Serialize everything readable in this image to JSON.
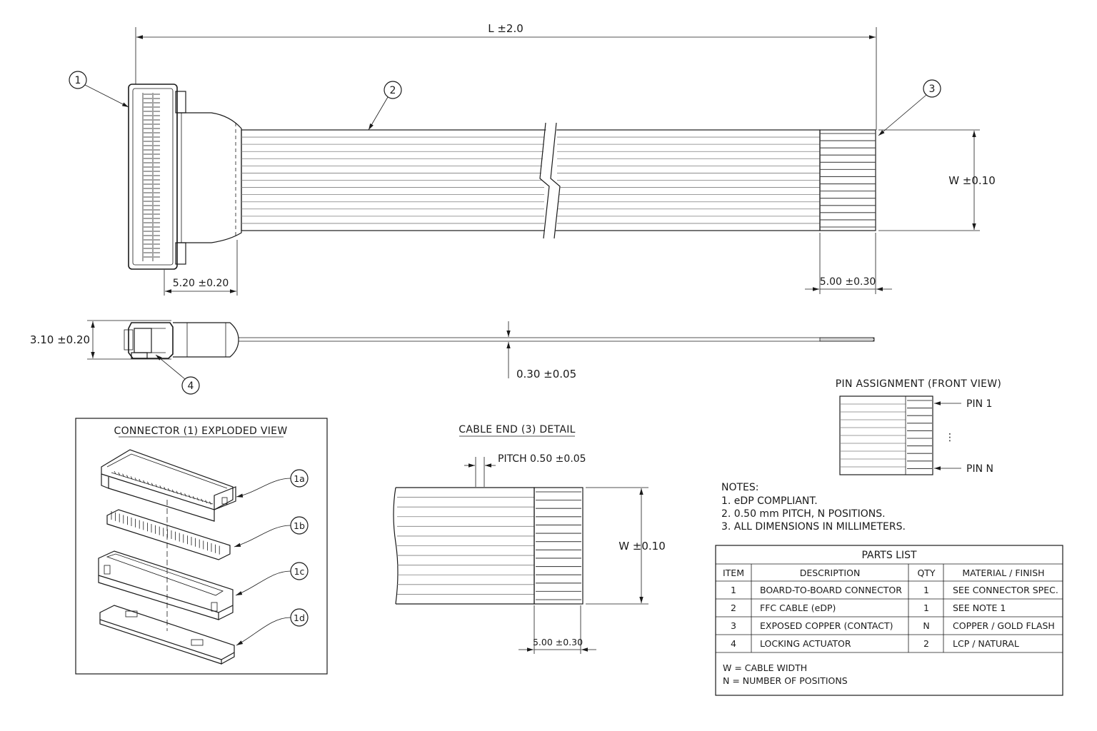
{
  "dimensions": {
    "length": "L ±2.0",
    "width_top": "W ±0.10",
    "conn_depth": "5.20 ±0.20",
    "strip_top": "5.00 ±0.30",
    "height": "3.10 ±0.20",
    "thickness": "0.30 ±0.05",
    "pitch": "PITCH 0.50 ±0.05",
    "width_detail": "W ±0.10",
    "strip_detail": "5.00 ±0.30"
  },
  "callouts": {
    "c1": "1",
    "c2": "2",
    "c3": "3",
    "c4": "4",
    "c1a": "1a",
    "c1b": "1b",
    "c1c": "1c",
    "c1d": "1d"
  },
  "exploded_view": {
    "title": "CONNECTOR (1) EXPLODED VIEW"
  },
  "cable_end_detail": {
    "title": "CABLE END (3) DETAIL"
  },
  "pin_assignment": {
    "title": "PIN ASSIGNMENT (FRONT VIEW)",
    "pin_first": "PIN 1",
    "ellipsis": "⋮",
    "pin_last": "PIN N"
  },
  "notes": {
    "title": "NOTES:",
    "items": [
      "1. eDP COMPLIANT.",
      "2. 0.50 mm PITCH, N POSITIONS.",
      "3. ALL DIMENSIONS IN MILLIMETERS."
    ]
  },
  "parts_list": {
    "title": "PARTS LIST",
    "headers": [
      "ITEM",
      "DESCRIPTION",
      "QTY",
      "MATERIAL / FINISH"
    ],
    "rows": [
      [
        "1",
        "BOARD-TO-BOARD CONNECTOR",
        "1",
        "SEE CONNECTOR SPEC."
      ],
      [
        "2",
        "FFC CABLE (eDP)",
        "1",
        "SEE NOTE 1"
      ],
      [
        "3",
        "EXPOSED COPPER (CONTACT)",
        "N",
        "COPPER / GOLD FLASH"
      ],
      [
        "4",
        "LOCKING ACTUATOR",
        "2",
        "LCP / NATURAL"
      ]
    ],
    "legend": [
      "W = CABLE WIDTH",
      "N = NUMBER OF POSITIONS"
    ]
  }
}
